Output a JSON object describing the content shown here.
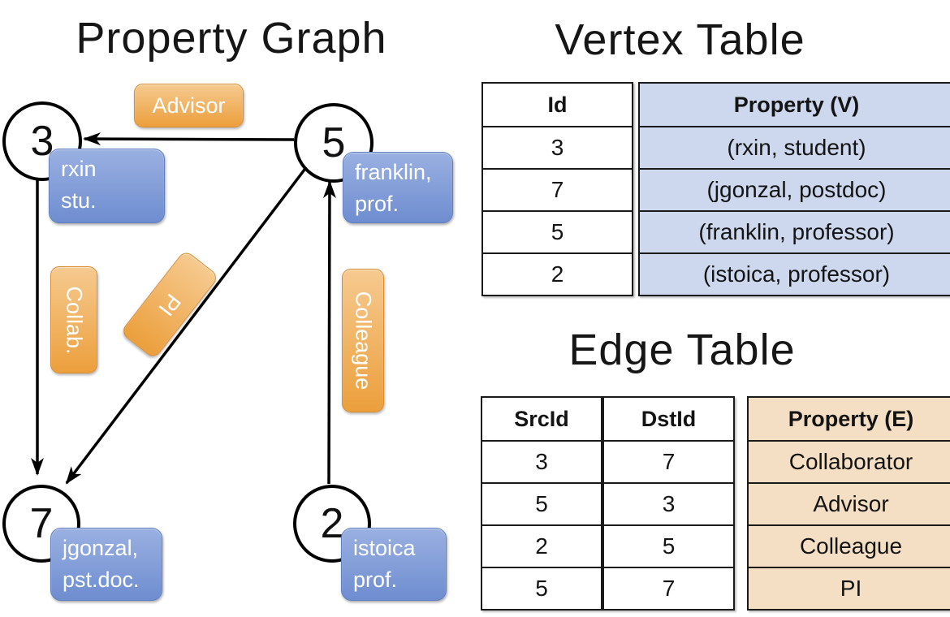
{
  "graph": {
    "title": "Property Graph",
    "nodes": {
      "n3": {
        "id": "3",
        "line1": "rxin",
        "line2": "stu."
      },
      "n5": {
        "id": "5",
        "line1": "franklin,",
        "line2": "prof."
      },
      "n7": {
        "id": "7",
        "line1": "jgonzal,",
        "line2": "pst.doc."
      },
      "n2": {
        "id": "2",
        "line1": "istoica",
        "line2": "prof."
      }
    },
    "edge_labels": {
      "advisor": "Advisor",
      "collab": "Collab.",
      "pi": "PI",
      "colleague": "Colleague"
    }
  },
  "vertex_table": {
    "title": "Vertex Table",
    "columns": [
      "Id",
      "Property (V)"
    ],
    "rows": [
      {
        "id": "3",
        "property": "(rxin, student)"
      },
      {
        "id": "7",
        "property": "(jgonzal, postdoc)"
      },
      {
        "id": "5",
        "property": "(franklin, professor)"
      },
      {
        "id": "2",
        "property": "(istoica, professor)"
      }
    ]
  },
  "edge_table": {
    "title": "Edge Table",
    "columns": [
      "SrcId",
      "DstId",
      "Property (E)"
    ],
    "rows": [
      {
        "src": "3",
        "dst": "7",
        "property": "Collaborator"
      },
      {
        "src": "5",
        "dst": "3",
        "property": "Advisor"
      },
      {
        "src": "2",
        "dst": "5",
        "property": "Colleague"
      },
      {
        "src": "5",
        "dst": "7",
        "property": "PI"
      }
    ]
  },
  "colors": {
    "vertex_property_fill": "#cdd8ee",
    "edge_property_fill": "#f4dfc5",
    "vertex_box_blue": "#7f9bd6",
    "edge_badge_orange": "#eda44b",
    "table_border": "#1a1a1a"
  }
}
